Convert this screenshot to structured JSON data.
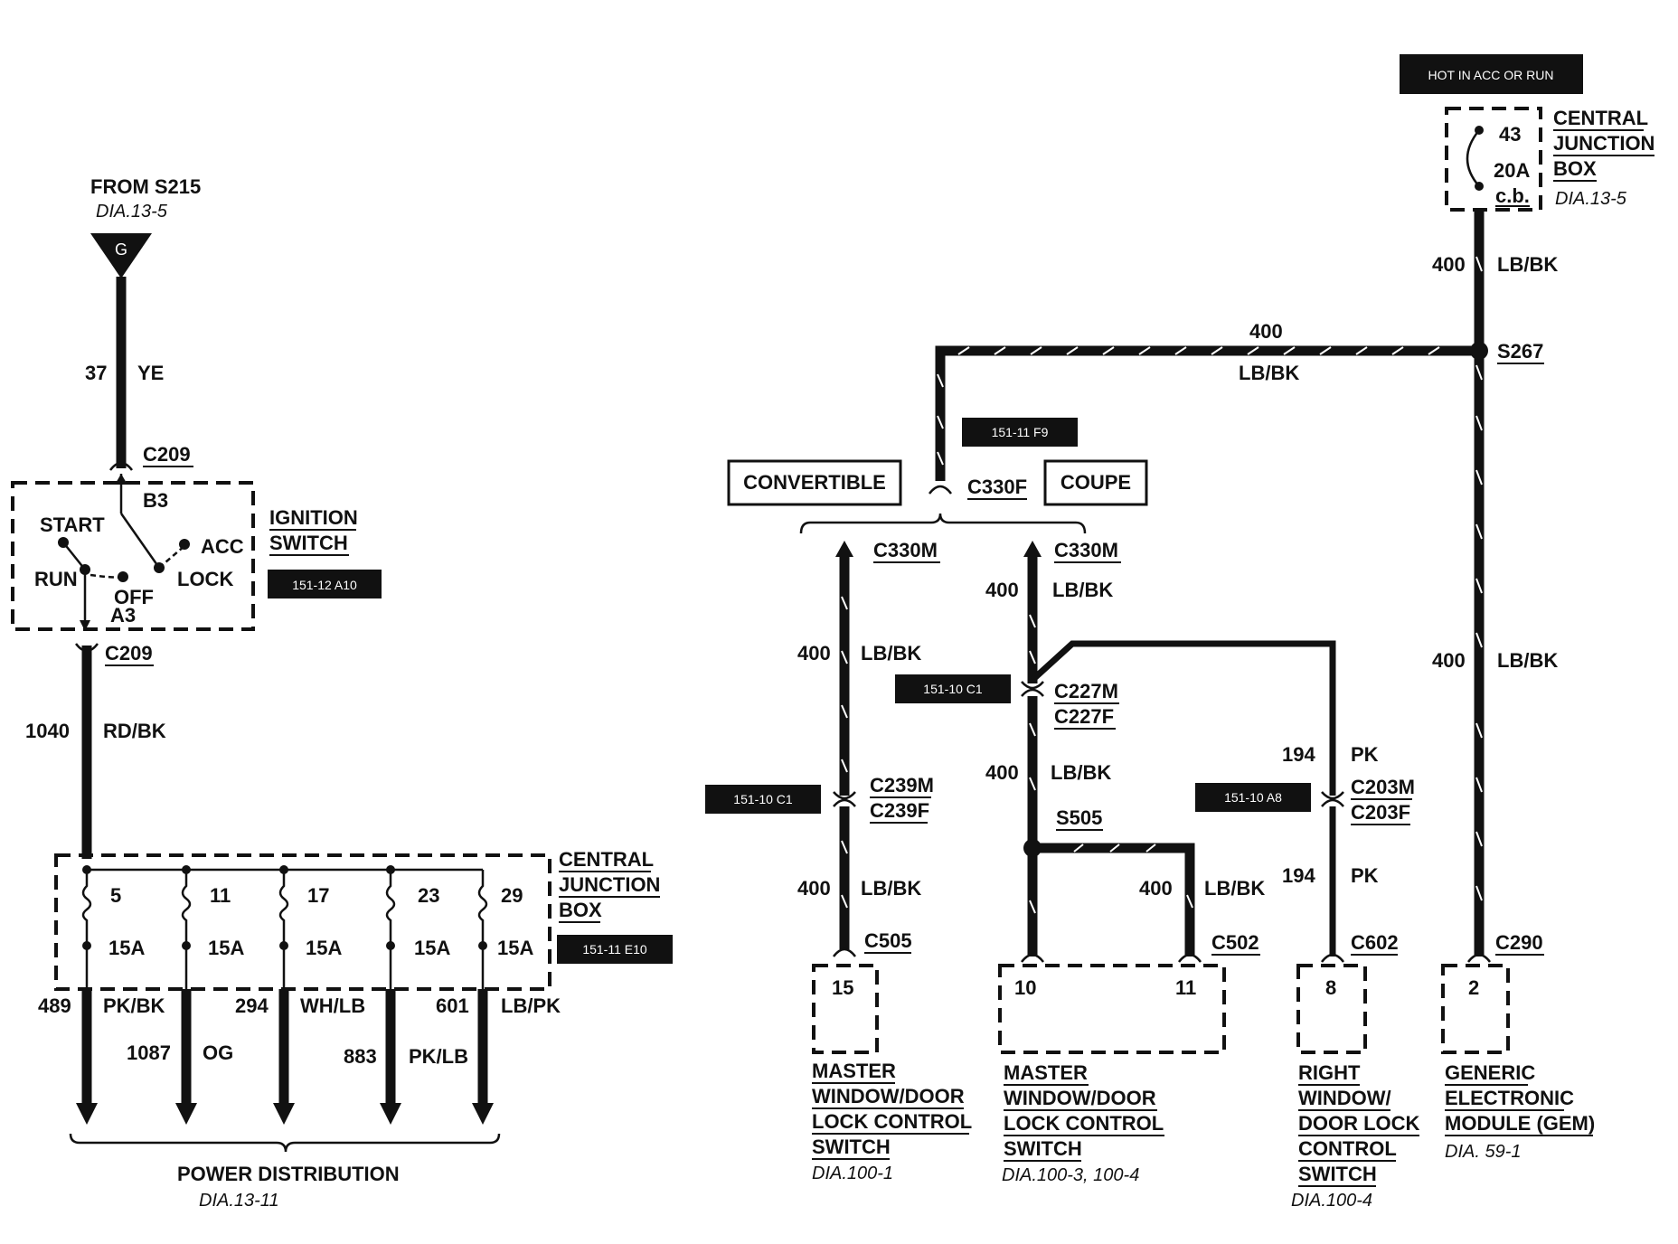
{
  "top_tag": "HOT IN ACC OR RUN",
  "left": {
    "from_label": "FROM S215",
    "from_dia": "DIA.13-5",
    "ground_letter": "G",
    "wire_37": {
      "num": "37",
      "color": "YE"
    },
    "c209_top": "C209",
    "c209_bottom": "C209",
    "ignition": {
      "title1": "IGNITION",
      "title2": "SWITCH",
      "tag": "151-12 A10",
      "start": "START",
      "run": "RUN",
      "off": "OFF",
      "acc": "ACC",
      "lock": "LOCK",
      "b3": "B3",
      "a3": "A3"
    },
    "wire_1040": {
      "num": "1040",
      "color": "RD/BK"
    },
    "cjb": {
      "title1": "CENTRAL",
      "title2": "JUNCTION",
      "title3": "BOX",
      "tag": "151-11 E10",
      "fuses": [
        {
          "num": "5",
          "amp": "15A"
        },
        {
          "num": "11",
          "amp": "15A"
        },
        {
          "num": "17",
          "amp": "15A"
        },
        {
          "num": "23",
          "amp": "15A"
        },
        {
          "num": "29",
          "amp": "15A"
        }
      ]
    },
    "outputs": [
      {
        "num": "489",
        "color": "PK/BK"
      },
      {
        "num": "1087",
        "color": "OG"
      },
      {
        "num": "294",
        "color": "WH/LB"
      },
      {
        "num": "883",
        "color": "PK/LB"
      },
      {
        "num": "601",
        "color": "LB/PK"
      }
    ],
    "power_dist": "POWER DISTRIBUTION",
    "power_dist_dia": "DIA.13-11"
  },
  "right": {
    "cjb": {
      "title1": "CENTRAL",
      "title2": "JUNCTION",
      "title3": "BOX",
      "dia": "DIA.13-5",
      "fuse_num": "43",
      "fuse_amp": "20A",
      "fuse_type": "c.b."
    },
    "wire_400": "400",
    "wire_lbbk": "LB/BK",
    "s267": "S267",
    "tag_f9": "151-11 F9",
    "c330f": "C330F",
    "convertible": "CONVERTIBLE",
    "coupe": "COUPE",
    "c330m_a": "C330M",
    "c330m_b": "C330M",
    "tag_c1_a": "151-10 C1",
    "tag_c1_b": "151-10 C1",
    "tag_a8": "151-10 A8",
    "c227m": "C227M",
    "c227f": "C227F",
    "c239m": "C239M",
    "c239f": "C239F",
    "s505": "S505",
    "c203m": "C203M",
    "c203f": "C203F",
    "wire_194": "194",
    "wire_pk": "PK",
    "c505": "C505",
    "c502": "C502",
    "c602": "C602",
    "c290": "C290",
    "pins": {
      "p15": "15",
      "p10": "10",
      "p11": "11",
      "p8": "8",
      "p2": "2"
    },
    "comp1": [
      "MASTER",
      "WINDOW/DOOR",
      "LOCK CONTROL",
      "SWITCH"
    ],
    "comp1_dia": "DIA.100-1",
    "comp2": [
      "MASTER",
      "WINDOW/DOOR",
      "LOCK CONTROL",
      "SWITCH"
    ],
    "comp2_dia": "DIA.100-3, 100-4",
    "comp3": [
      "RIGHT",
      "WINDOW/",
      "DOOR LOCK",
      "CONTROL",
      "SWITCH"
    ],
    "comp3_dia": "DIA.100-4",
    "comp4": [
      "GENERIC",
      "ELECTRONIC",
      "MODULE (GEM)"
    ],
    "comp4_dia": "DIA. 59-1"
  }
}
